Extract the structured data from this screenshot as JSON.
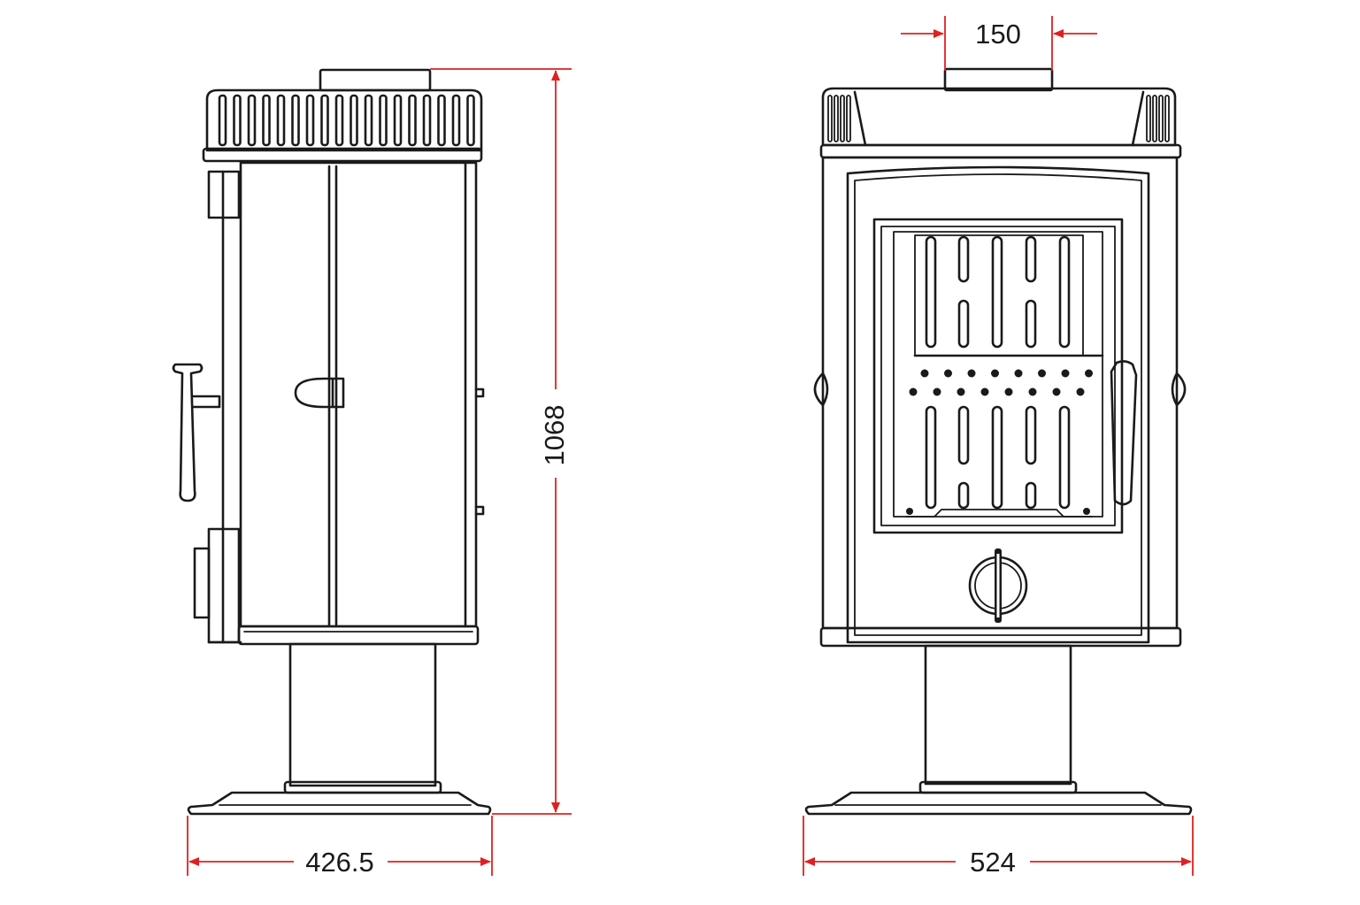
{
  "dimensions": {
    "flue_width": "150",
    "height": "1068",
    "depth": "426.5",
    "width": "524"
  },
  "colors": {
    "outline": "#1a1a1a",
    "dimension_line": "#e02020",
    "background": "#ffffff"
  },
  "views": [
    "side-view",
    "front-view"
  ]
}
